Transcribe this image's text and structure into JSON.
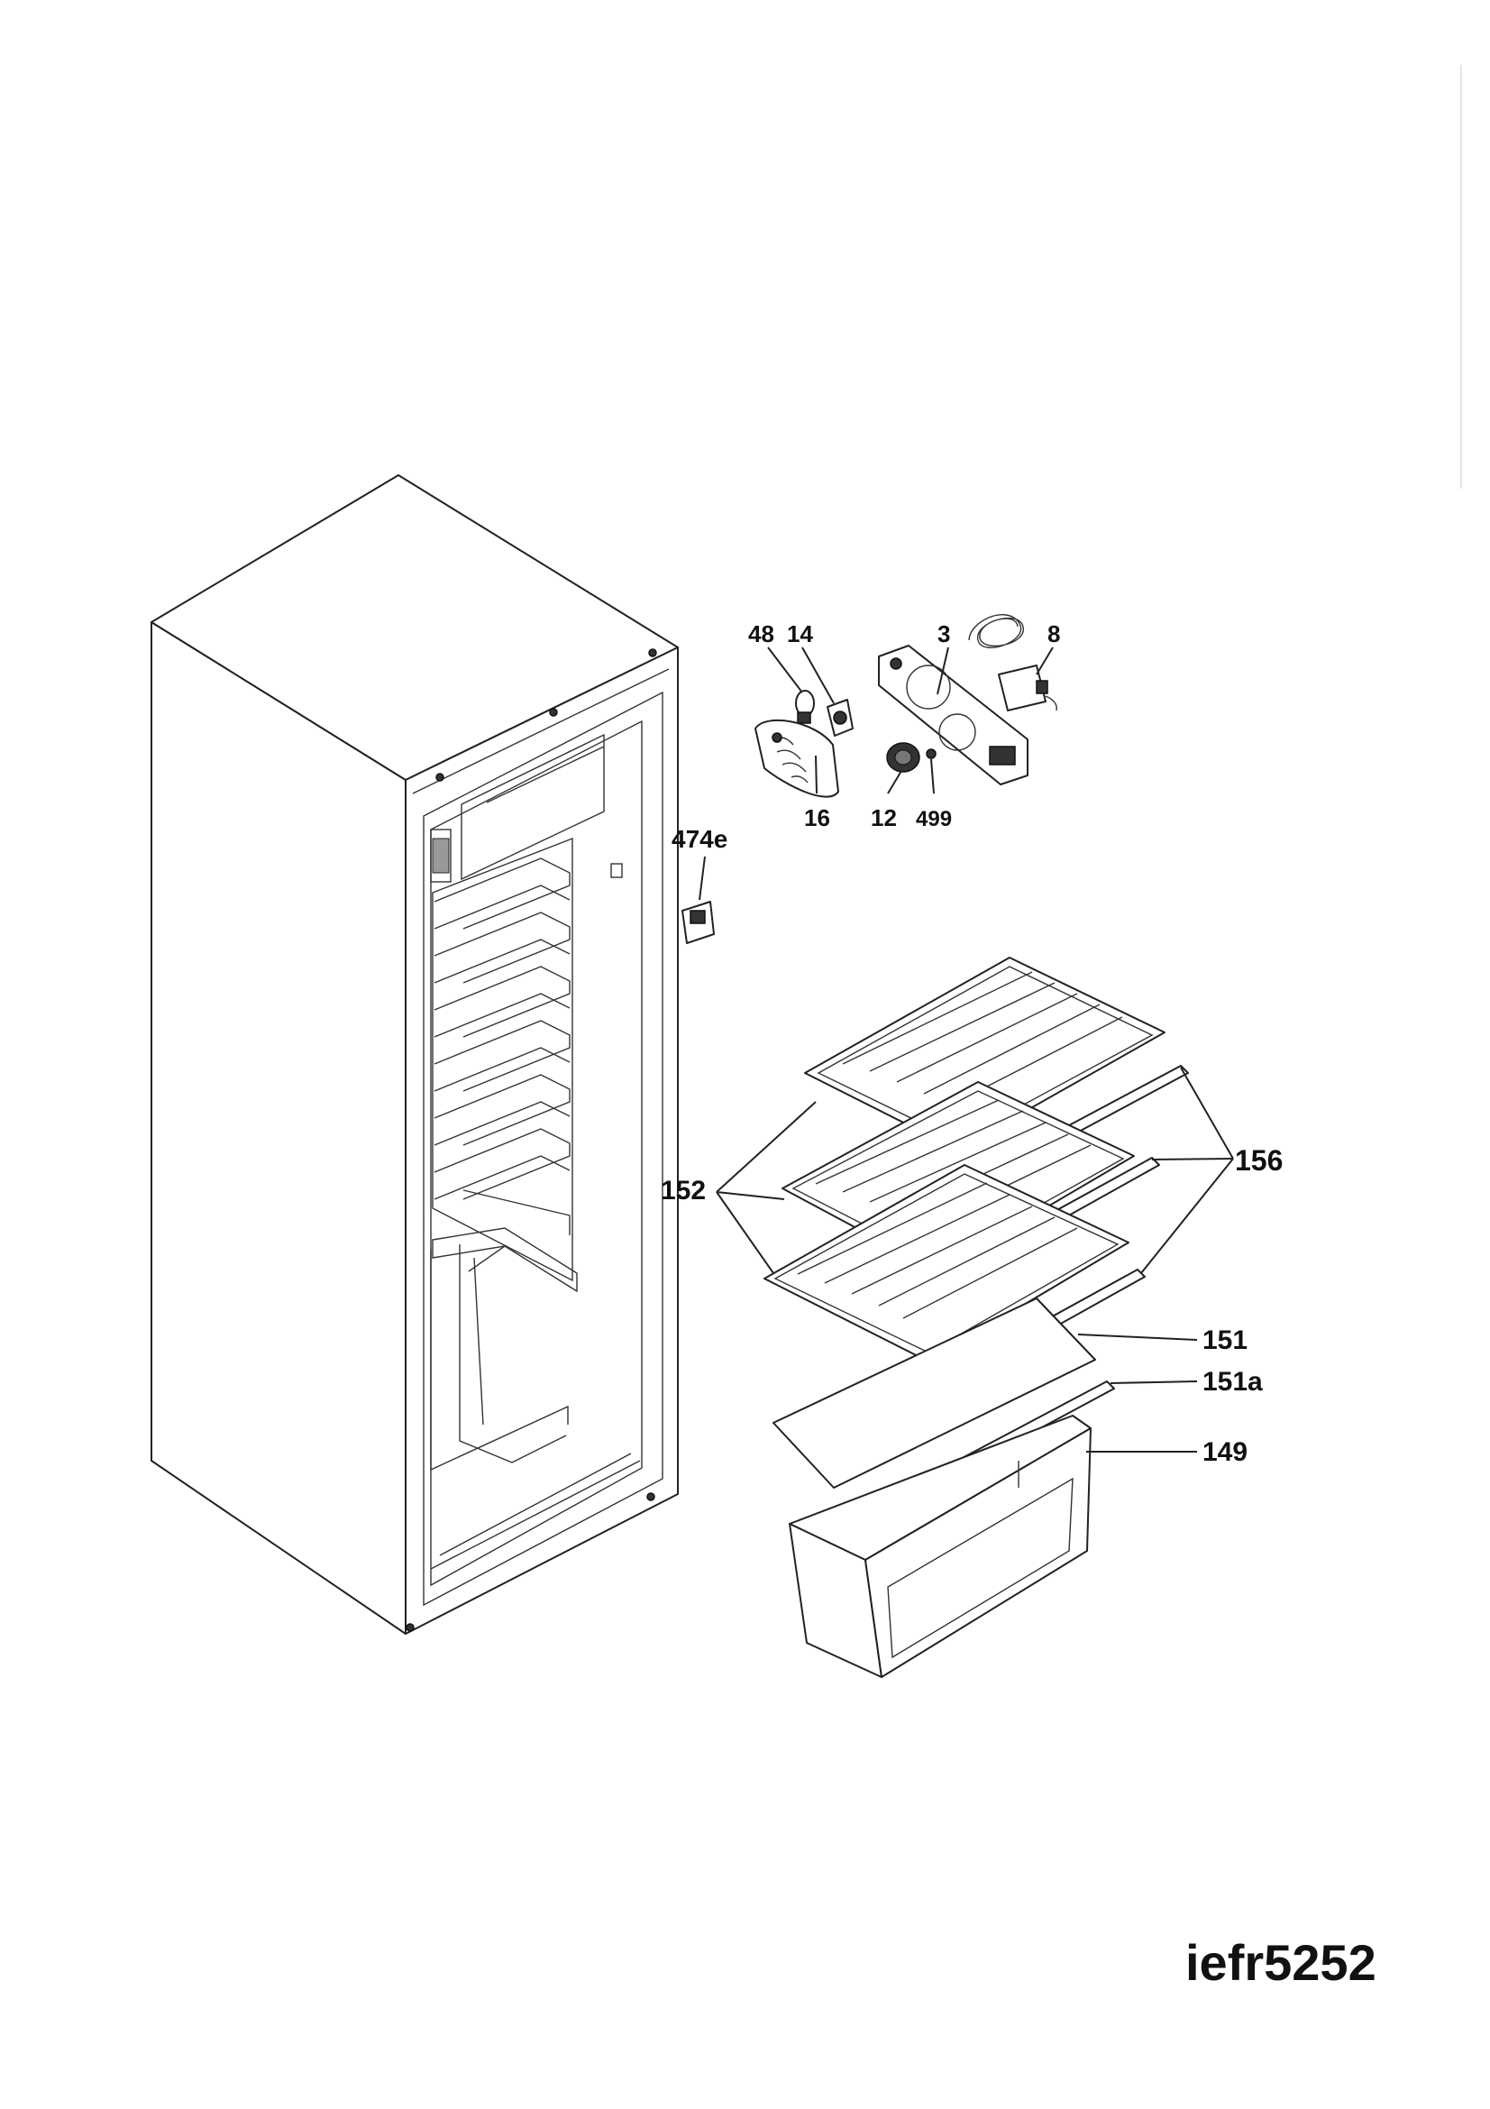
{
  "diagram": {
    "model_code": "iefr5252",
    "callouts": {
      "p48": "48",
      "p14": "14",
      "p3": "3",
      "p8": "8",
      "p16": "16",
      "p12": "12",
      "p499": "499",
      "p474e": "474e",
      "p152": "152",
      "p156": "156",
      "p151": "151",
      "p151a": "151a",
      "p149": "149"
    }
  }
}
